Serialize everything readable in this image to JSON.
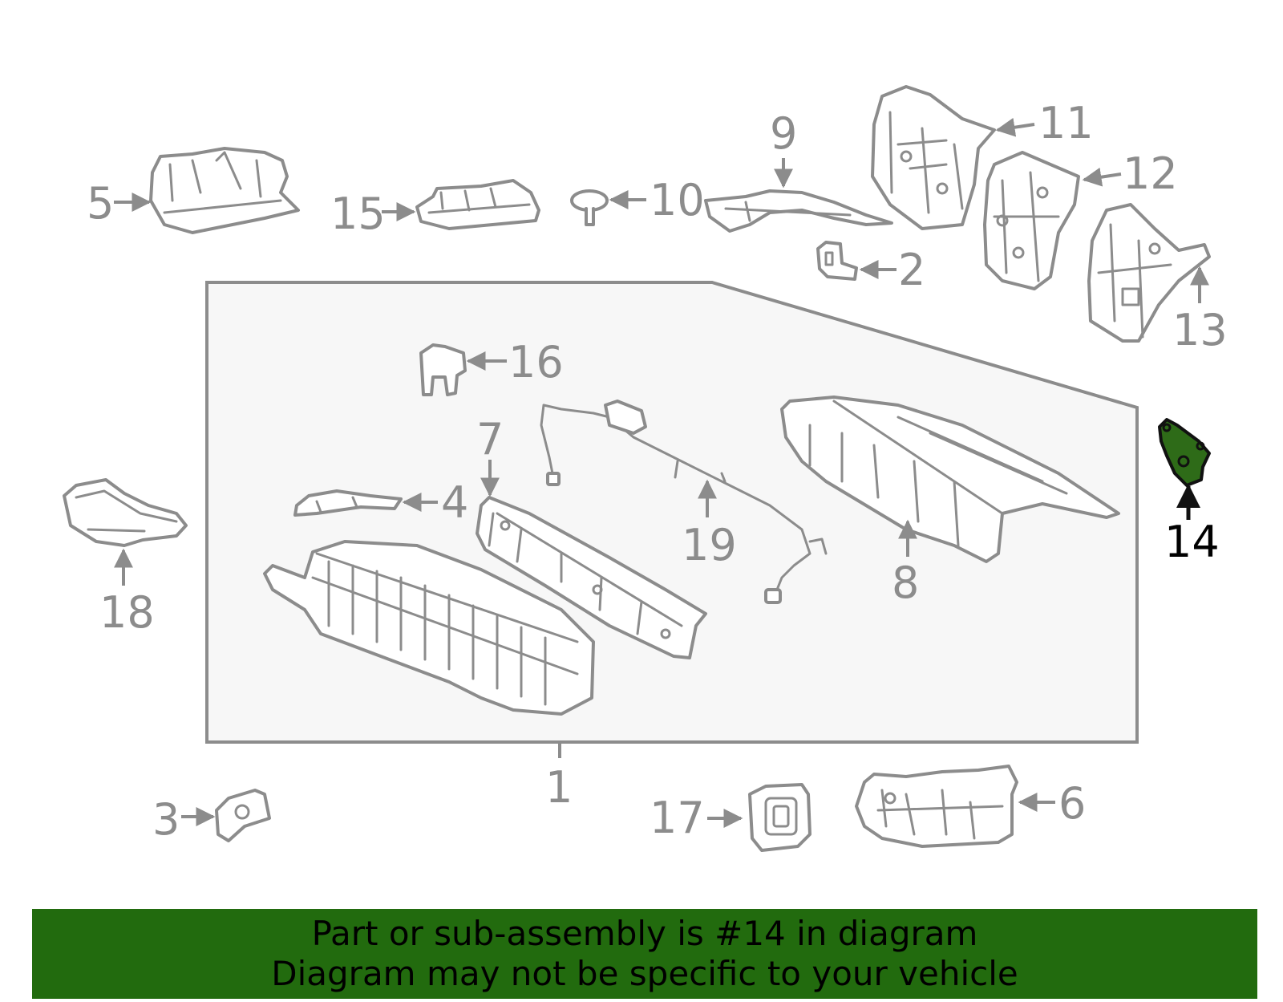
{
  "diagram": {
    "callouts": {
      "c1": "1",
      "c2": "2",
      "c3": "3",
      "c4": "4",
      "c5": "5",
      "c6": "6",
      "c7": "7",
      "c8": "8",
      "c9": "9",
      "c10": "10",
      "c11": "11",
      "c12": "12",
      "c13": "13",
      "c14": "14",
      "c15": "15",
      "c16": "16",
      "c17": "17",
      "c18": "18",
      "c19": "19"
    },
    "highlighted_part": "14",
    "colors": {
      "line": "#8c8c8c",
      "highlight_fill": "#2e6b18",
      "banner": "#226b0e",
      "box_fill": "#f7f7f7"
    }
  },
  "banner": {
    "line1": "Part or sub-assembly is #14 in diagram",
    "line2": "Diagram may not be specific to your vehicle"
  }
}
